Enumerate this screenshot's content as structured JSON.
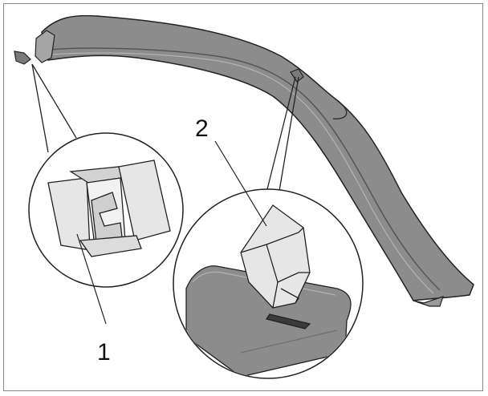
{
  "callouts": [
    {
      "id": "1",
      "label": "1"
    },
    {
      "id": "2",
      "label": "2"
    }
  ],
  "colors": {
    "trim": "#8c8c8c",
    "trim_shadow": "#6f6f6f",
    "trim_highlight": "#b3b3b3",
    "clip": "#e6e6e6",
    "line": "#222222",
    "background": "#ffffff"
  }
}
